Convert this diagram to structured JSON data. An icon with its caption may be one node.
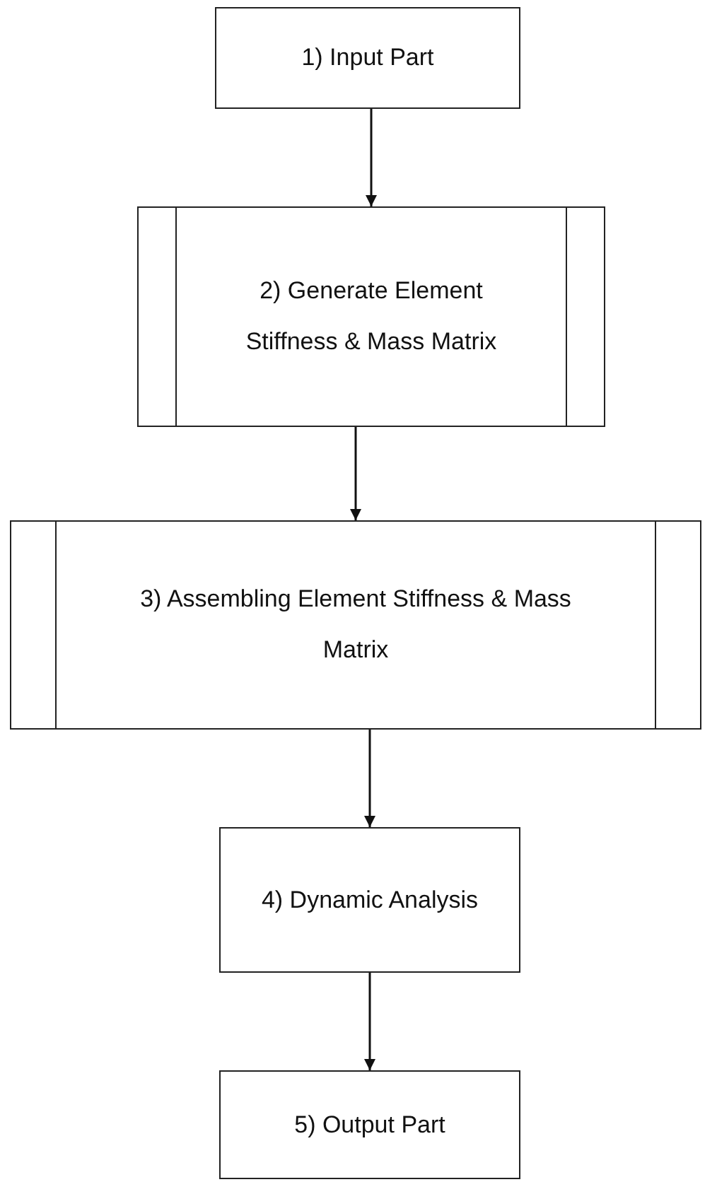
{
  "diagram": {
    "nodes": [
      {
        "text": [
          "1) Input Part"
        ]
      },
      {
        "text": [
          "2) Generate Element Stiffness & Mass Matrix"
        ]
      },
      {
        "text": [
          "3) Assembling Element Stiffness & Mass Matrix"
        ]
      },
      {
        "text": [
          "4) Dynamic Analysis"
        ]
      },
      {
        "text": [
          "5) Output Part"
        ]
      }
    ],
    "edges": [
      {
        "from": 0,
        "to": 1,
        "arrow": "to"
      },
      {
        "from": 1,
        "to": 2,
        "arrow": "to"
      },
      {
        "from": 2,
        "to": 3,
        "arrow": "to"
      },
      {
        "from": 3,
        "to": 4,
        "arrow": "to"
      }
    ]
  }
}
